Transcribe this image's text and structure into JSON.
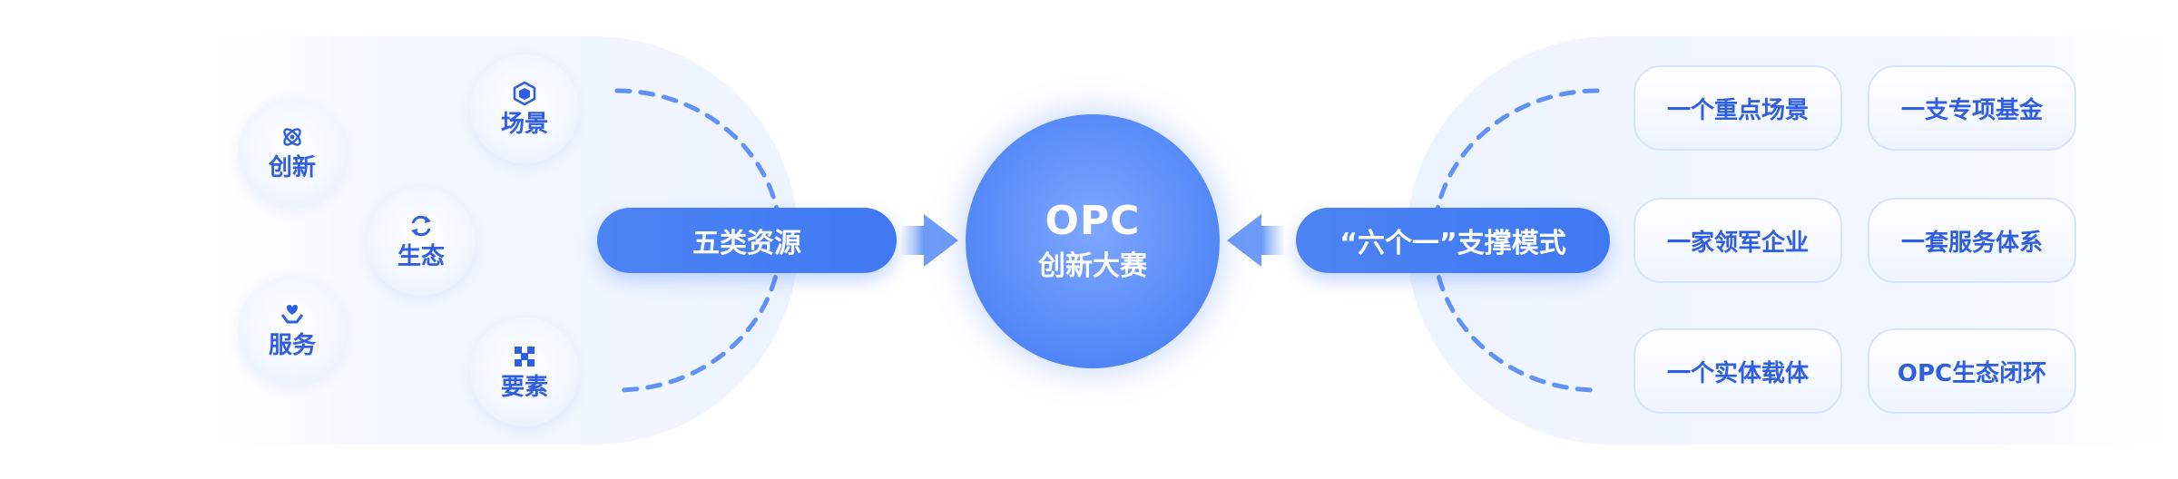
{
  "left": {
    "title": "五类资源",
    "resources": [
      {
        "label": "创新",
        "icon": "atom-icon"
      },
      {
        "label": "生态",
        "icon": "cycle-arrows-icon"
      },
      {
        "label": "服务",
        "icon": "hand-heart-icon"
      },
      {
        "label": "场景",
        "icon": "cube-icon"
      },
      {
        "label": "要素",
        "icon": "grid-squares-icon"
      }
    ]
  },
  "center": {
    "title": "OPC",
    "subtitle": "创新大赛"
  },
  "right": {
    "title": "“六个一”支撑模式",
    "items": [
      {
        "label": "一个重点场景"
      },
      {
        "label": "一支专项基金"
      },
      {
        "label": "一家领军企业"
      },
      {
        "label": "一套服务体系"
      },
      {
        "label": "一个实体载体"
      },
      {
        "label": "OPC生态闭环"
      }
    ]
  },
  "colors": {
    "accent": "#3f78f2",
    "label_text": "#2f5fe0",
    "panel_bg": "#eef4ff",
    "card_border": "#d6e3ff"
  }
}
